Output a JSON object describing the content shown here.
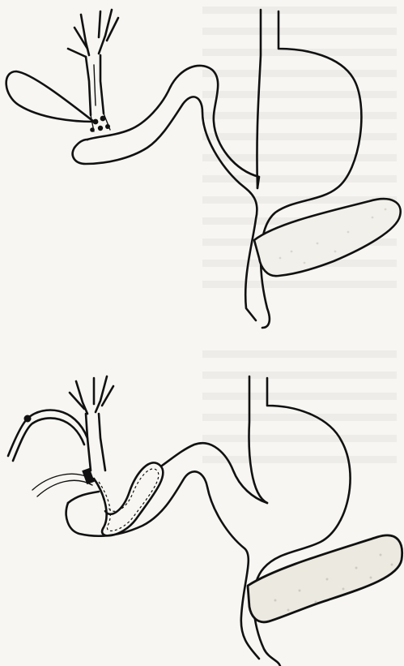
{
  "figure": {
    "background_color": "#f7f6f2",
    "ink_color": "#111111",
    "pancreas_fill": "#f2f0ea",
    "panels": [
      {
        "id": "upper",
        "description_icon": "gallbladder-duodenum-stomach-pancreas-diagram"
      },
      {
        "id": "lower",
        "description_icon": "gallbladder-drainage-tube-duodenum-stomach-pancreas-diagram"
      }
    ]
  }
}
